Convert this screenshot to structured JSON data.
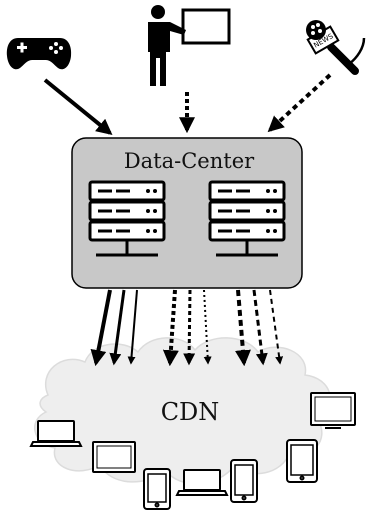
{
  "datacenter": {
    "label": "Data-Center",
    "fill": "#c8c8c8"
  },
  "cdn": {
    "label": "CDN",
    "fill": "#eeeeee"
  },
  "icons": {
    "sources": [
      "gamepad-icon",
      "presenter-icon",
      "news-microphone-icon"
    ],
    "servers": [
      "server-rack-icon",
      "server-rack-icon"
    ],
    "clients": [
      "laptop-icon",
      "monitor-icon",
      "tablet-icon",
      "laptop-icon",
      "tablet-icon",
      "tablet-icon",
      "monitor-icon"
    ]
  },
  "microphone_tag": "NEWS"
}
